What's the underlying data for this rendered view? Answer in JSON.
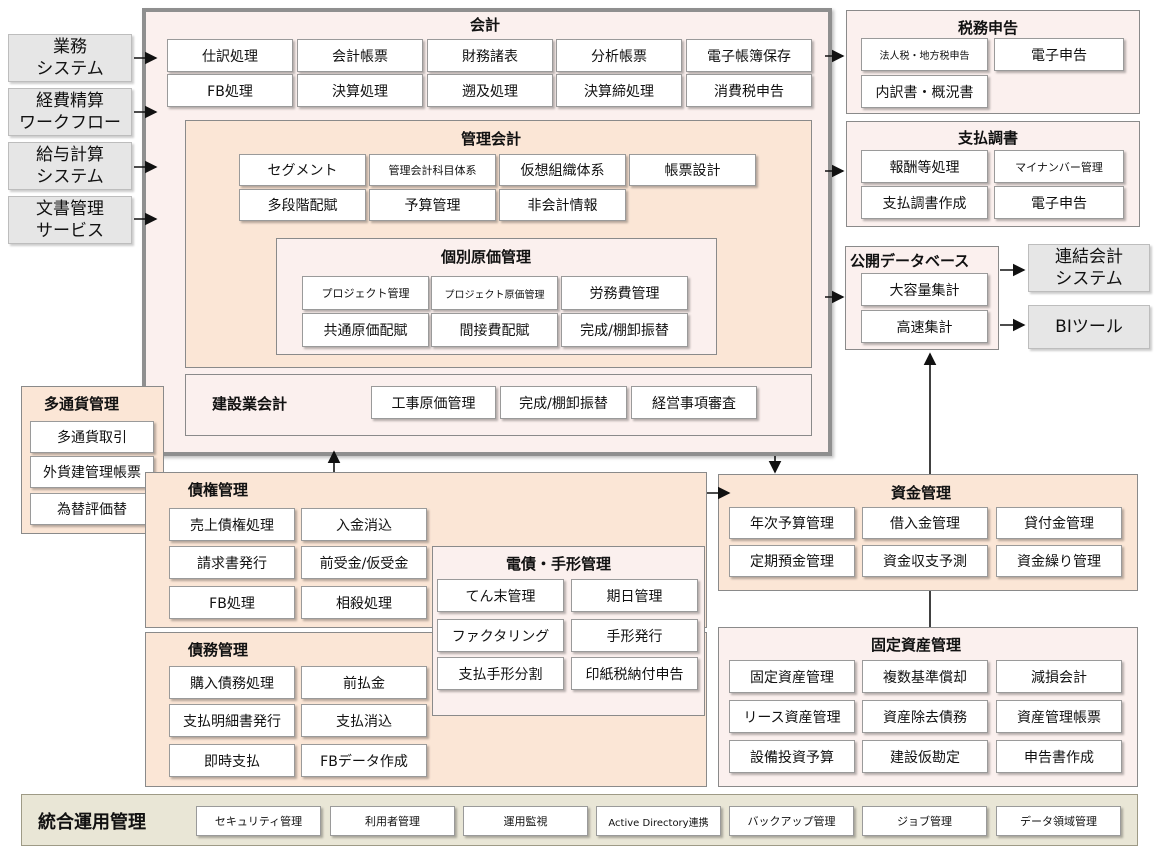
{
  "external_inputs": [
    "業務\nシステム",
    "経費精算\nワークフロー",
    "給与計算\nシステム",
    "文書管理\nサービス"
  ],
  "external_outputs": [
    "連結会計\nシステム",
    "BIツール"
  ],
  "kaikei": {
    "title": "会計",
    "row1": [
      "仕訳処理",
      "会計帳票",
      "財務諸表",
      "分析帳票",
      "電子帳簿保存"
    ],
    "row2": [
      "FB処理",
      "決算処理",
      "遡及処理",
      "決算締処理",
      "消費税申告"
    ]
  },
  "kanri": {
    "title": "管理会計",
    "row1": [
      "セグメント",
      "管理会計科目体系",
      "仮想組織体系",
      "帳票設計"
    ],
    "row2": [
      "多段階配賦",
      "予算管理",
      "非会計情報"
    ]
  },
  "kobetsu": {
    "title": "個別原価管理",
    "row1": [
      "プロジェクト管理",
      "プロジェクト原価管理",
      "労務費管理"
    ],
    "row2": [
      "共通原価配賦",
      "間接費配賦",
      "完成/棚卸振替"
    ]
  },
  "kensetsu": {
    "title": "建設業会計",
    "items": [
      "工事原価管理",
      "完成/棚卸振替",
      "経営事項審査"
    ]
  },
  "zeimu": {
    "title": "税務申告",
    "items": [
      "法人税・地方税申告",
      "電子申告",
      "内訳書・概況書"
    ]
  },
  "shiharai": {
    "title": "支払調書",
    "items": [
      "報酬等処理",
      "マイナンバー管理",
      "支払調書作成",
      "電子申告"
    ]
  },
  "koukai": {
    "title": "公開データベース",
    "items": [
      "大容量集計",
      "高速集計"
    ]
  },
  "tatsuka": {
    "title": "多通貨管理",
    "items": [
      "多通貨取引",
      "外貨建管理帳票",
      "為替評価替"
    ]
  },
  "saiken": {
    "title": "債権管理",
    "items": [
      "売上債権処理",
      "入金消込",
      "請求書発行",
      "前受金/仮受金",
      "FB処理",
      "相殺処理"
    ]
  },
  "densai": {
    "title": "電債・手形管理",
    "items": [
      "てん末管理",
      "期日管理",
      "ファクタリング",
      "手形発行",
      "支払手形分割",
      "印紙税納付申告"
    ]
  },
  "saimu": {
    "title": "債務管理",
    "items": [
      "購入債務処理",
      "前払金",
      "支払明細書発行",
      "支払消込",
      "即時支払",
      "FBデータ作成"
    ]
  },
  "shikin": {
    "title": "資金管理",
    "items": [
      "年次予算管理",
      "借入金管理",
      "貸付金管理",
      "定期預金管理",
      "資金収支予測",
      "資金繰り管理"
    ]
  },
  "kotei": {
    "title": "固定資産管理",
    "items": [
      "固定資産管理",
      "複数基準償却",
      "減損会計",
      "リース資産管理",
      "資産除去債務",
      "資産管理帳票",
      "設備投資予算",
      "建設仮勘定",
      "申告書作成"
    ]
  },
  "tougou": {
    "title": "統合運用管理",
    "items": [
      "セキュリティ管理",
      "利用者管理",
      "運用監視",
      "Active Directory連携",
      "バックアップ管理",
      "ジョブ管理",
      "データ領域管理"
    ]
  }
}
